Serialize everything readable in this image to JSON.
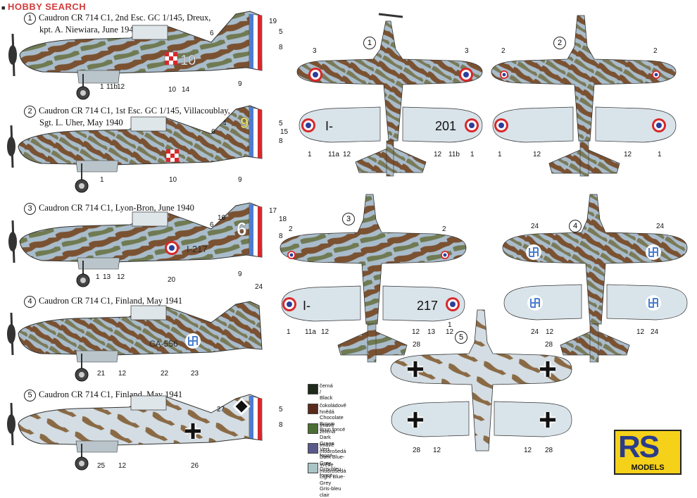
{
  "watermark": {
    "tag": "■",
    "text": "HOBBY SEARCH"
  },
  "captions": [
    {
      "num": "1",
      "line1": "Caudron CR 714 C1, 2nd Esc. GC 1/145, Dreux,",
      "line2": "kpt. A. Niewiara, June 1940"
    },
    {
      "num": "2",
      "line1": "Caudron CR 714 C1, 1st Esc. GC 1/145, Villacoublay,",
      "line2": "Sgt. L. Uher, May 1940"
    },
    {
      "num": "3",
      "line1": "Caudron CR 714 C1, Lyon-Bron, June 1940",
      "line2": ""
    },
    {
      "num": "4",
      "line1": "Caudron CR 714 C1, Finland, May 1941",
      "line2": ""
    },
    {
      "num": "5",
      "line1": "Caudron CR 714 C1, Finland, May 1941",
      "line2": ""
    }
  ],
  "plan_numbers": [
    "1",
    "2",
    "3",
    "4",
    "5"
  ],
  "side_callouts": {
    "p1": [
      "19",
      "6",
      "5",
      "8",
      "1",
      "11b",
      "12",
      "10",
      "14",
      "9"
    ],
    "p2": [
      "4",
      "6",
      "5",
      "15",
      "8",
      "1",
      "10",
      "9"
    ],
    "p3": [
      "16",
      "17",
      "18",
      "6",
      "8",
      "1",
      "13",
      "12",
      "20",
      "9"
    ],
    "p4": [
      "24",
      "21",
      "12",
      "22",
      "23"
    ],
    "p5": [
      "27",
      "5",
      "8",
      "25",
      "12",
      "26"
    ]
  },
  "plan_callouts": {
    "pl1": [
      "3",
      "3",
      "1",
      "11a",
      "12",
      "12",
      "11b",
      "1"
    ],
    "pl2": [
      "2",
      "2",
      "1",
      "12",
      "12",
      "1"
    ],
    "pl3": [
      "2",
      "2",
      "1",
      "11a",
      "12",
      "12",
      "13",
      "12",
      "1"
    ],
    "pl4": [
      "24",
      "24",
      "24",
      "12",
      "12",
      "24"
    ],
    "pl5": [
      "28",
      "28",
      "28",
      "12",
      "12",
      "28"
    ]
  },
  "aircraft_markings": {
    "tail_1": "10",
    "tail_2": "9",
    "tail_3": "6",
    "fuselage_3": "I-217",
    "fuselage_4": "CA-556",
    "wing_1a": "I-",
    "wing_1b": "201",
    "wing_3a": "I-",
    "wing_3b": "217"
  },
  "legend": [
    {
      "color": "#1e2a1a",
      "label": "černá / Black"
    },
    {
      "color": "#5a2b1c",
      "label": "čokoládově hnědá\nChocolate Brown\nBrun foncé"
    },
    {
      "color": "#4a6e34",
      "label": "tmavě zelená\nDark Green\nVert foncé"
    },
    {
      "color": "#5a5a8a",
      "label": "tmavě modrošedá\nDark Blue-Grey\nGris-bleu foncé"
    },
    {
      "color": "#a9c3c6",
      "label": "světle modrošedá\nLight Blue-Grey\nGris-bleu clair"
    }
  ],
  "logo": {
    "big": "RS",
    "small": "MODELS"
  },
  "colors": {
    "camo_brown": "#7a5232",
    "camo_green": "#707a52",
    "camo_bluegrey": "#a9bccb",
    "underside": "#d9e3ea",
    "roundel_red": "#d8282a",
    "roundel_blue": "#2a3f9a"
  }
}
